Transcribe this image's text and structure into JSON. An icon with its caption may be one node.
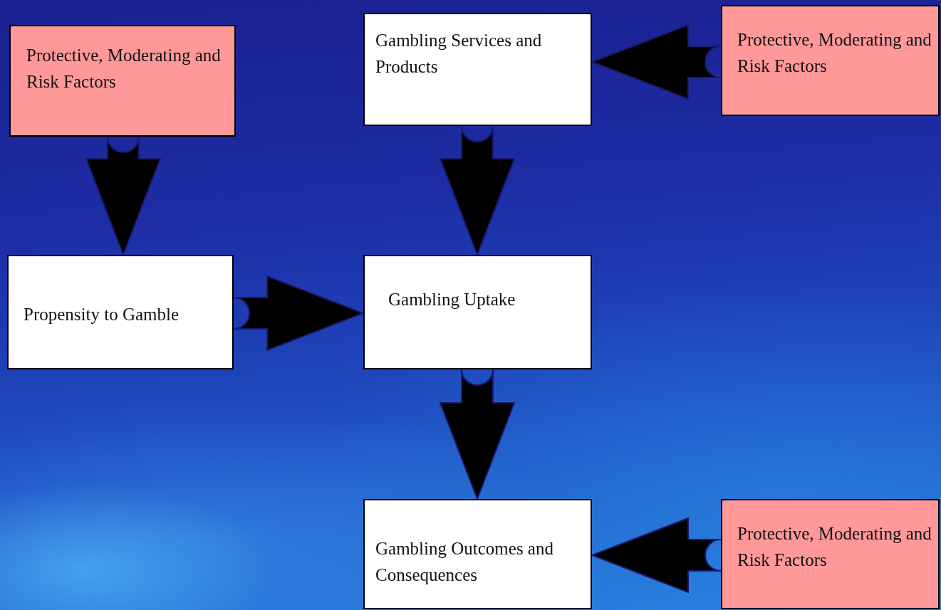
{
  "diagram": {
    "nodes": [
      {
        "text": [
          "Protective, Moderating and Risk Factors"
        ]
      },
      {
        "text": [
          "Gambling Services and Products"
        ]
      },
      {
        "text": [
          "Protective, Moderating and Risk Factors"
        ]
      },
      {
        "text": [
          "Propensity to Gamble"
        ]
      },
      {
        "text": [
          "Gambling Uptake"
        ]
      },
      {
        "text": [
          "Gambling Outcomes and Consequences"
        ]
      },
      {
        "text": [
          "Protective, Moderating and Risk Factors"
        ]
      }
    ],
    "edges": [
      {
        "from": 0,
        "to": 3,
        "arrow": "to",
        "style": "thick"
      },
      {
        "from": 2,
        "to": 1,
        "arrow": "to",
        "style": "thick"
      },
      {
        "from": 1,
        "to": 4,
        "arrow": "to",
        "style": "thick"
      },
      {
        "from": 3,
        "to": 4,
        "arrow": "to",
        "style": "thick"
      },
      {
        "from": 4,
        "to": 5,
        "arrow": "to",
        "style": "thick"
      },
      {
        "from": 6,
        "to": 5,
        "arrow": "to",
        "style": "thick"
      }
    ]
  }
}
